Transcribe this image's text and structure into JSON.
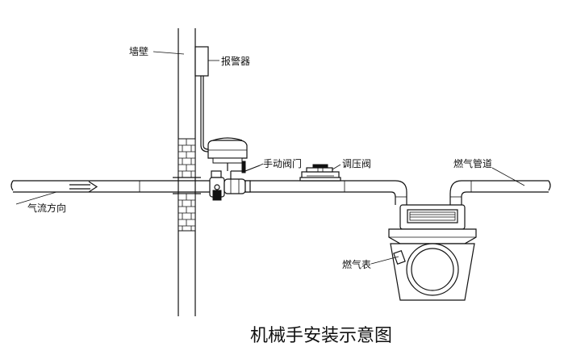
{
  "labels": {
    "wall": "墙壁",
    "alarm": "报警器",
    "manual_valve": "手动阀门",
    "regulator": "调压阀",
    "gas_pipe": "燃气管道",
    "flow_direction": "气流方向",
    "gas_meter": "燃气表"
  },
  "caption": "机械手安装示意图",
  "colors": {
    "line": "#111111",
    "background": "#ffffff"
  }
}
